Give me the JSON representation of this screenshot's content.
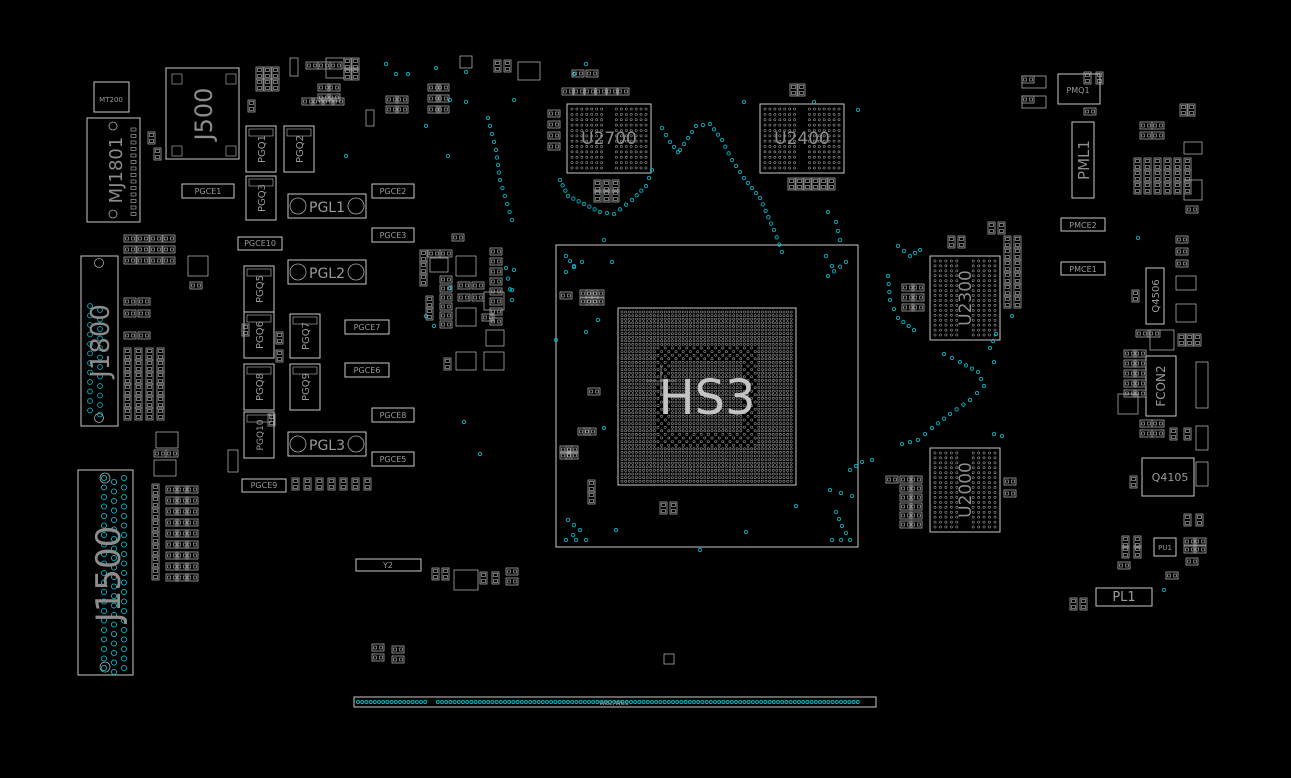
{
  "labels": {
    "mt200": "MT200",
    "j500": "J500",
    "mj1801": "MJ1801",
    "pgq1": "PGQ1",
    "pgq2": "PGQ2",
    "pgq3": "PGQ3",
    "pgq5": "PGQ5",
    "pgq6": "PGQ6",
    "pgq7": "PGQ7",
    "pgq8": "PGQ8",
    "pgq9": "PGQ9",
    "pgq10": "PGQ10",
    "pgl1": "PGL1",
    "pgl2": "PGL2",
    "pgl3": "PGL3",
    "pgce1": "PGCE1",
    "pgce2": "PGCE2",
    "pgce3": "PGCE3",
    "pgce5": "PGCE5",
    "pgce6": "PGCE6",
    "pgce7": "PGCE7",
    "pgce8": "PGCE8",
    "pgce9": "PGCE9",
    "pgce10": "PGCE10",
    "j1800": "J1800",
    "j1500": "J1500",
    "y2": "Y2",
    "u2700": "U2700",
    "u2400": "U2400",
    "u2300": "U2300",
    "u2000": "U2000",
    "hs3": "HS3",
    "pmq1": "PMQ1",
    "pml1": "PML1",
    "pmce2": "PMCE2",
    "pmce1": "PMCE1",
    "q4506": "Q4506",
    "fcon2": "FCON2",
    "q4105": "Q4105",
    "pu1": "PU1",
    "pl1": "PL1",
    "edge_connector": "WB2/WB1"
  },
  "colors": {
    "background": "#000000",
    "outline": "#c8c8c8",
    "via": "#00b5c8",
    "marker": "#ff4040"
  }
}
